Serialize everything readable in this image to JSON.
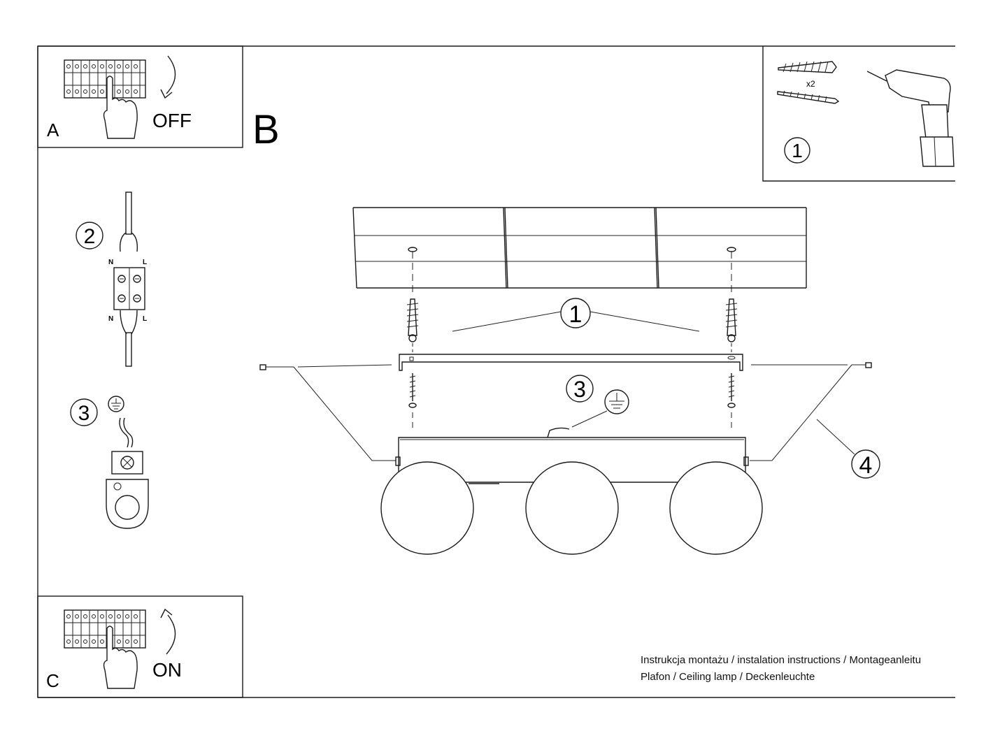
{
  "panel_a": {
    "letter": "A",
    "label": "OFF"
  },
  "section_b": {
    "letter": "B"
  },
  "panel_c": {
    "letter": "C",
    "label": "ON"
  },
  "tools_panel": {
    "step": "1",
    "quantity": "x2"
  },
  "side_steps": {
    "wiring": {
      "step": "2",
      "n_top": "N",
      "l_top": "L",
      "n_bottom": "N",
      "l_bottom": "L"
    },
    "ground": {
      "step": "3"
    }
  },
  "main_steps": {
    "mount": "1",
    "ground": "3",
    "install": "4"
  },
  "caption": {
    "line1": "Instrukcja montażu / instalation instructions / Montageanleitu",
    "line2": "Plafon / Ceiling lamp / Deckenleuchte"
  }
}
